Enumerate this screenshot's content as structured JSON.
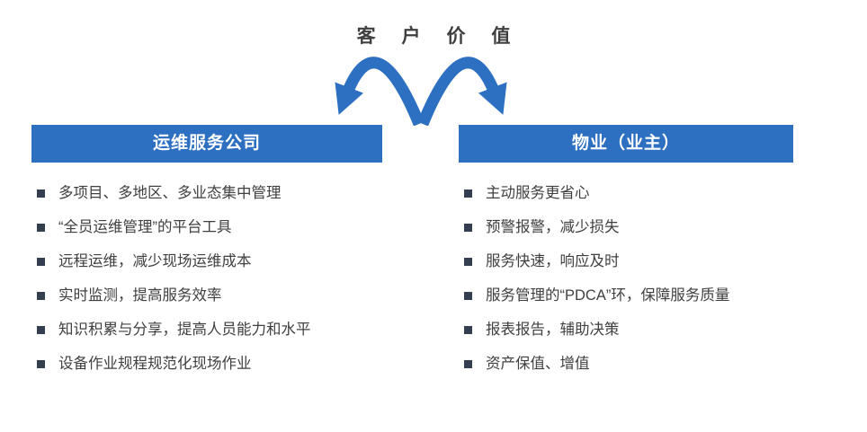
{
  "title": "客 户 价 值",
  "left_panel": {
    "header": "运维服务公司",
    "items": [
      "多项目、多地区、多业态集中管理",
      "“全员运维管理”的平台工具",
      "远程运维，减少现场运维成本",
      "实时监测，提高服务效率",
      "知识积累与分享，提高人员能力和水平",
      "设备作业规程规范化现场作业"
    ]
  },
  "right_panel": {
    "header": "物业（业主）",
    "items": [
      "主动服务更省心",
      "预警报警，减少损失",
      "服务快速，响应及时",
      "服务管理的“PDCA”环，保障服务质量",
      "报表报告，辅助决策",
      "资产保值、增值"
    ]
  },
  "colors": {
    "accent_blue": "#2d70c1",
    "header_text": "#ffffff",
    "body_text": "#404040",
    "bullet_square": "#333f50",
    "title_text": "#3f3f3f"
  }
}
